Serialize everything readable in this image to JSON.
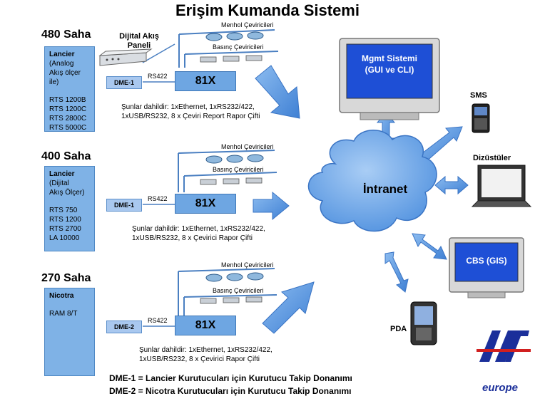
{
  "title": "Erişim Kumanda Sistemi",
  "sites": [
    {
      "saha": "480 Saha",
      "box_name": "Lancier",
      "box_subtitle": [
        "(Analog",
        "Akış ölçer ile)"
      ],
      "models": [
        "RTS 1200B",
        "RTS 1200C",
        "RTS 2800C",
        "RTS 5000C"
      ],
      "dme": "DME-1",
      "rs": "RS422",
      "controller": "81X",
      "manhole_label": "Menhol Çeviricileri",
      "pressure_label": "Basınç Çeviricileri",
      "includes": [
        "Şunlar dahildir: 1xEthernet, 1xRS232/422,",
        "1xUSB/RS232, 8 x Çeviri Report Rapor Çifti"
      ]
    },
    {
      "saha": "400 Saha",
      "box_name": "Lancier",
      "box_subtitle": [
        "(Dijital",
        "Akış Ölçer)"
      ],
      "models": [
        "RTS 750",
        "RTS 1200",
        "RTS 2700",
        "LA 10000"
      ],
      "dme": "DME-1",
      "rs": "RS422",
      "controller": "81X",
      "manhole_label": "Menhol Çeviricileri",
      "pressure_label": "Basınç Çeviricileri",
      "includes": [
        "Şunlar dahildir: 1xEthernet, 1xRS232/422,",
        "1xUSB/RS232, 8 x Çevirici Rapor Çifti"
      ]
    },
    {
      "saha": "270 Saha",
      "box_name": "Nicotra",
      "box_subtitle": [],
      "models": [
        "RAM 8/T"
      ],
      "dme": "DME-2",
      "rs": "RS422",
      "controller": "81X",
      "manhole_label": "Menhol Çeviricileri",
      "pressure_label": "Basınç Çeviricileri",
      "includes": [
        "Şunlar dahildir: 1xEthernet, 1xRS232/422,",
        "1xUSB/RS232, 8 x Çevirici Rapor Çifti"
      ]
    }
  ],
  "flow_panel_label": [
    "Dijital Akış",
    "Paneli"
  ],
  "network_label": "İntranet",
  "mgmt_label": [
    "Mgmt Sistemi",
    "(GUI ve CLI)"
  ],
  "sms_label": "SMS",
  "laptop_label": "Dizüstüler",
  "cbs_label": "CBS (GIS)",
  "pda_label": "PDA",
  "legend": [
    "DME-1 = Lancier Kurutucuları için Kurutucu Takip Donanımı",
    "DME-2 = Nicotra Kurutucuları için Kurutucu Takip Donanımı"
  ],
  "logo_text": "europe",
  "colors": {
    "site_box": "#7fb2e6",
    "controller": "#6ea6e2",
    "arrow": "#5b9be0",
    "cloud": "#6fa5e6",
    "screen": "#1e4fd6",
    "line": "#4a7fc1",
    "logo": "#1b2f9a"
  }
}
